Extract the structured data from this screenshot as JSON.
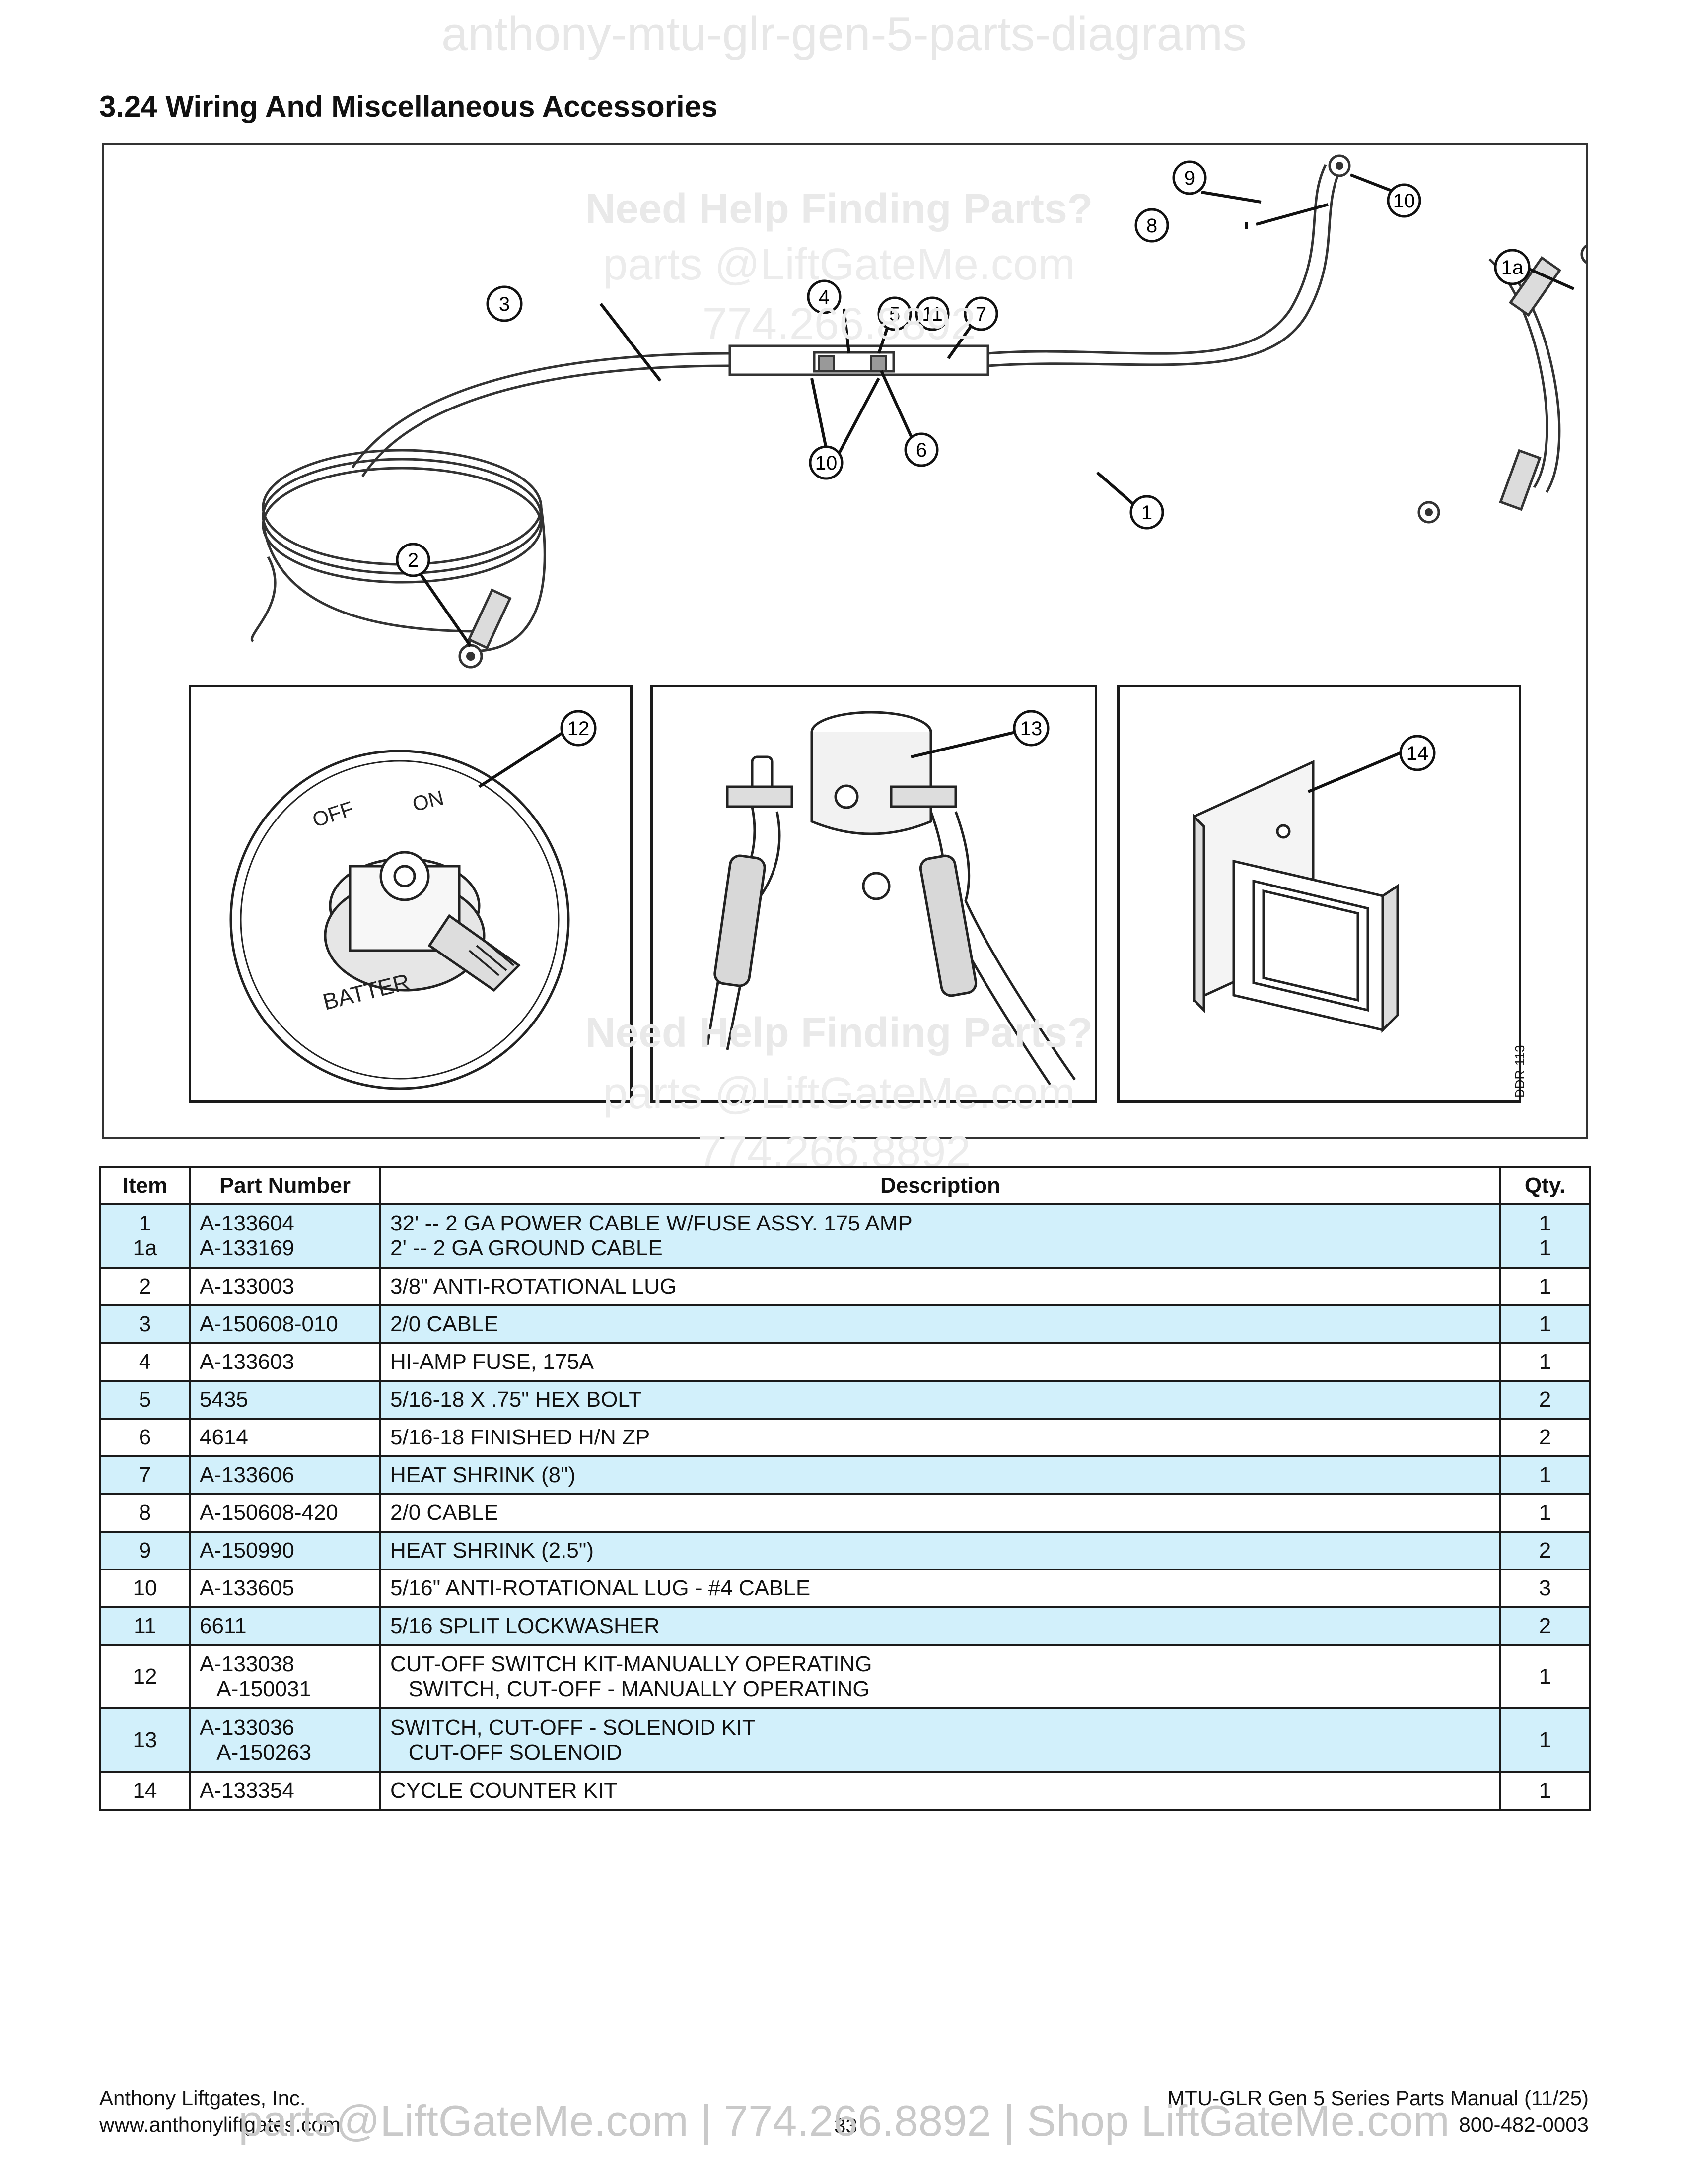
{
  "watermark_top": "anthony-mtu-glr-gen-5-parts-diagrams",
  "section_title": "3.24  Wiring And Miscellaneous Accessories",
  "watermark_help": {
    "line1": "Need Help Finding Parts?",
    "line2": "parts @LiftGateMe.com",
    "line3": "774.266.8892"
  },
  "figure": {
    "callouts": {
      "c1": "1",
      "c1a": "1a",
      "c2": "2",
      "c3": "3",
      "c4": "4",
      "c5": "5",
      "c6": "6",
      "c7": "7",
      "c8": "8",
      "c9": "9",
      "c10a": "10",
      "c10b": "10",
      "c11": "11",
      "c12": "12",
      "c13": "13",
      "c14": "14"
    },
    "switch_labels": {
      "off": "OFF",
      "on": "ON",
      "battery": "BATTER"
    },
    "drawing_id": "DDR-113"
  },
  "table": {
    "headers": {
      "item": "Item",
      "part_number": "Part Number",
      "description": "Description",
      "qty": "Qty."
    },
    "rows": [
      {
        "item": [
          "1",
          "1a"
        ],
        "part_number": [
          "A-133604",
          "A-133169"
        ],
        "description": [
          "32' -- 2 GA POWER CABLE W/FUSE ASSY. 175 AMP",
          "2' -- 2 GA GROUND CABLE"
        ],
        "qty": [
          "1",
          "1"
        ]
      },
      {
        "item": [
          "2"
        ],
        "part_number": [
          "A-133003"
        ],
        "description": [
          "3/8\" ANTI-ROTATIONAL LUG"
        ],
        "qty": [
          "1"
        ]
      },
      {
        "item": [
          "3"
        ],
        "part_number": [
          "A-150608-010"
        ],
        "description": [
          "2/0 CABLE"
        ],
        "qty": [
          "1"
        ]
      },
      {
        "item": [
          "4"
        ],
        "part_number": [
          "A-133603"
        ],
        "description": [
          "HI-AMP FUSE, 175A"
        ],
        "qty": [
          "1"
        ]
      },
      {
        "item": [
          "5"
        ],
        "part_number": [
          "5435"
        ],
        "description": [
          "5/16-18 X .75\" HEX BOLT"
        ],
        "qty": [
          "2"
        ]
      },
      {
        "item": [
          "6"
        ],
        "part_number": [
          "4614"
        ],
        "description": [
          "5/16-18 FINISHED H/N ZP"
        ],
        "qty": [
          "2"
        ]
      },
      {
        "item": [
          "7"
        ],
        "part_number": [
          "A-133606"
        ],
        "description": [
          "HEAT SHRINK (8\")"
        ],
        "qty": [
          "1"
        ]
      },
      {
        "item": [
          "8"
        ],
        "part_number": [
          "A-150608-420"
        ],
        "description": [
          "2/0 CABLE"
        ],
        "qty": [
          "1"
        ]
      },
      {
        "item": [
          "9"
        ],
        "part_number": [
          "A-150990"
        ],
        "description": [
          "HEAT SHRINK (2.5\")"
        ],
        "qty": [
          "2"
        ]
      },
      {
        "item": [
          "10"
        ],
        "part_number": [
          "A-133605"
        ],
        "description": [
          "5/16\" ANTI-ROTATIONAL LUG - #4 CABLE"
        ],
        "qty": [
          "3"
        ]
      },
      {
        "item": [
          "11"
        ],
        "part_number": [
          "6611"
        ],
        "description": [
          "5/16 SPLIT LOCKWASHER"
        ],
        "qty": [
          "2"
        ]
      },
      {
        "item": [
          "12"
        ],
        "part_number": [
          "A-133038",
          "   A-150031"
        ],
        "description": [
          "CUT-OFF SWITCH KIT-MANUALLY OPERATING",
          "   SWITCH, CUT-OFF - MANUALLY OPERATING"
        ],
        "qty": [
          "1"
        ]
      },
      {
        "item": [
          "13"
        ],
        "part_number": [
          "A-133036",
          "   A-150263"
        ],
        "description": [
          "SWITCH, CUT-OFF - SOLENOID KIT",
          "   CUT-OFF SOLENOID"
        ],
        "qty": [
          "1"
        ]
      },
      {
        "item": [
          "14"
        ],
        "part_number": [
          "A-133354"
        ],
        "description": [
          "CYCLE COUNTER KIT"
        ],
        "qty": [
          "1"
        ]
      }
    ]
  },
  "footer": {
    "company": "Anthony Liftgates, Inc.",
    "website": "www.anthonyliftgates.com",
    "page": "33",
    "manual": "MTU-GLR Gen 5 Series Parts Manual (11/25)",
    "phone": "800-482-0003",
    "banner": "parts@LiftGateMe.com | 774.266.8892 | Shop LiftGateMe.com"
  },
  "colors": {
    "row_highlight": "#d2f0fb",
    "border": "#1a1a1a",
    "watermark": "#e9e9e9"
  }
}
